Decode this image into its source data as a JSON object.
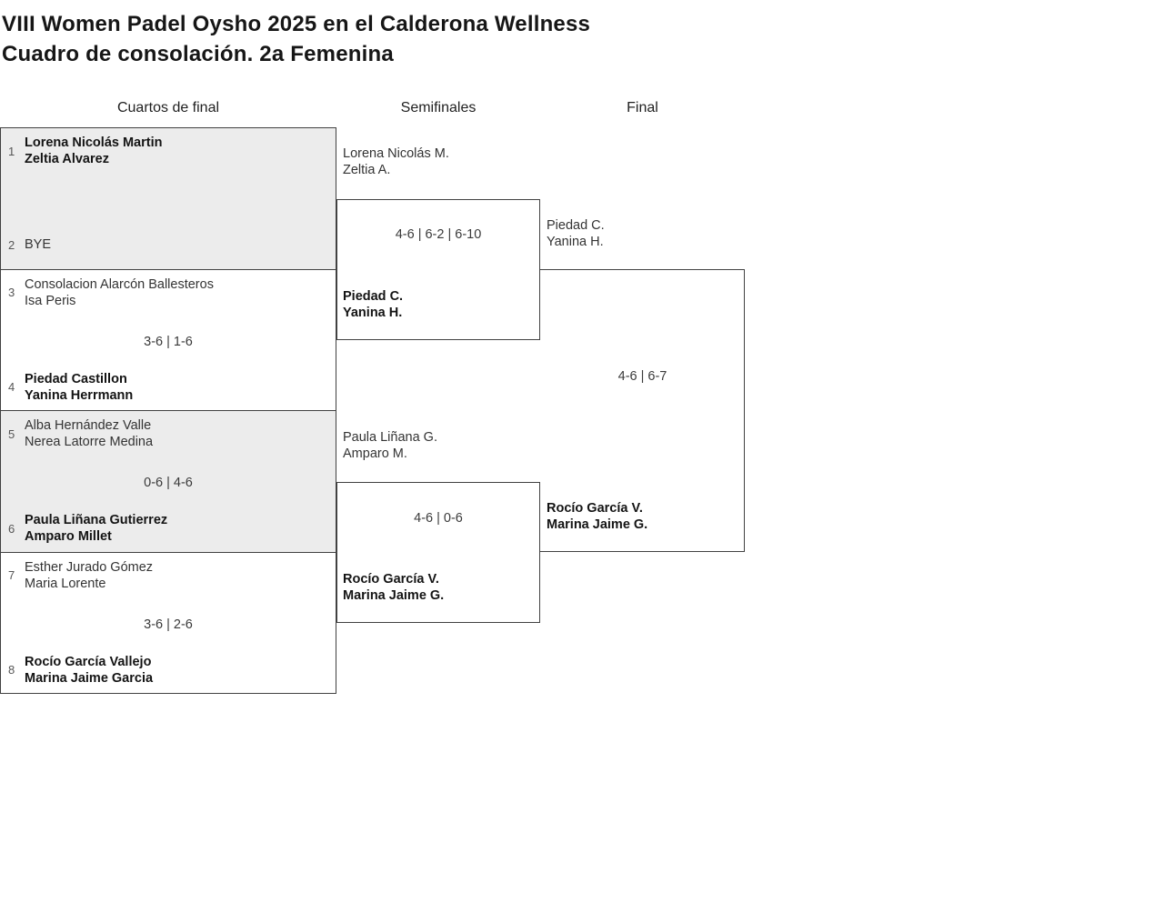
{
  "title": {
    "line1": "VIII Women Padel Oysho 2025 en el Calderona Wellness",
    "line2": "Cuadro de consolación. 2a Femenina"
  },
  "round_headers": {
    "quarterfinals": "Cuartos de final",
    "semifinals": "Semifinales",
    "final": "Final"
  },
  "colors": {
    "block_alt_bg": "#ececec",
    "border": "#414141",
    "text": "#333333",
    "winner_text": "#141414"
  },
  "bracket": {
    "quarterfinals": [
      {
        "seed_top": "1",
        "team_top": [
          "Lorena Nicolás Martin",
          "Zeltia Alvarez"
        ],
        "top_winner": true,
        "score": "",
        "seed_bottom": "2",
        "team_bottom": [
          "BYE"
        ],
        "bottom_winner": false
      },
      {
        "seed_top": "3",
        "team_top": [
          "Consolacion Alarcón Ballesteros",
          "Isa Peris"
        ],
        "top_winner": false,
        "score": "3-6 | 1-6",
        "seed_bottom": "4",
        "team_bottom": [
          "Piedad Castillon",
          "Yanina Herrmann"
        ],
        "bottom_winner": true
      },
      {
        "seed_top": "5",
        "team_top": [
          "Alba Hernández Valle",
          "Nerea Latorre Medina"
        ],
        "top_winner": false,
        "score": "0-6 | 4-6",
        "seed_bottom": "6",
        "team_bottom": [
          "Paula Liñana Gutierrez",
          "Amparo Millet"
        ],
        "bottom_winner": true
      },
      {
        "seed_top": "7",
        "team_top": [
          "Esther Jurado Gómez",
          "Maria Lorente"
        ],
        "top_winner": false,
        "score": "3-6 | 2-6",
        "seed_bottom": "8",
        "team_bottom": [
          "Rocío García Vallejo",
          "Marina Jaime Garcia"
        ],
        "bottom_winner": true
      }
    ],
    "semifinals": [
      {
        "team_top": [
          "Lorena Nicolás M.",
          "Zeltia A."
        ],
        "top_winner": false,
        "score": "4-6 | 6-2 | 6-10",
        "team_bottom": [
          "Piedad C.",
          "Yanina H."
        ],
        "bottom_winner": true
      },
      {
        "team_top": [
          "Paula Liñana G.",
          "Amparo M."
        ],
        "top_winner": false,
        "score": "4-6 | 0-6",
        "team_bottom": [
          "Rocío García V.",
          "Marina Jaime G."
        ],
        "bottom_winner": true
      }
    ],
    "final": {
      "team_top": [
        "Piedad C.",
        "Yanina H."
      ],
      "top_winner": false,
      "score": "4-6 | 6-7",
      "team_bottom": [
        "Rocío García V.",
        "Marina Jaime G."
      ],
      "bottom_winner": true
    }
  }
}
